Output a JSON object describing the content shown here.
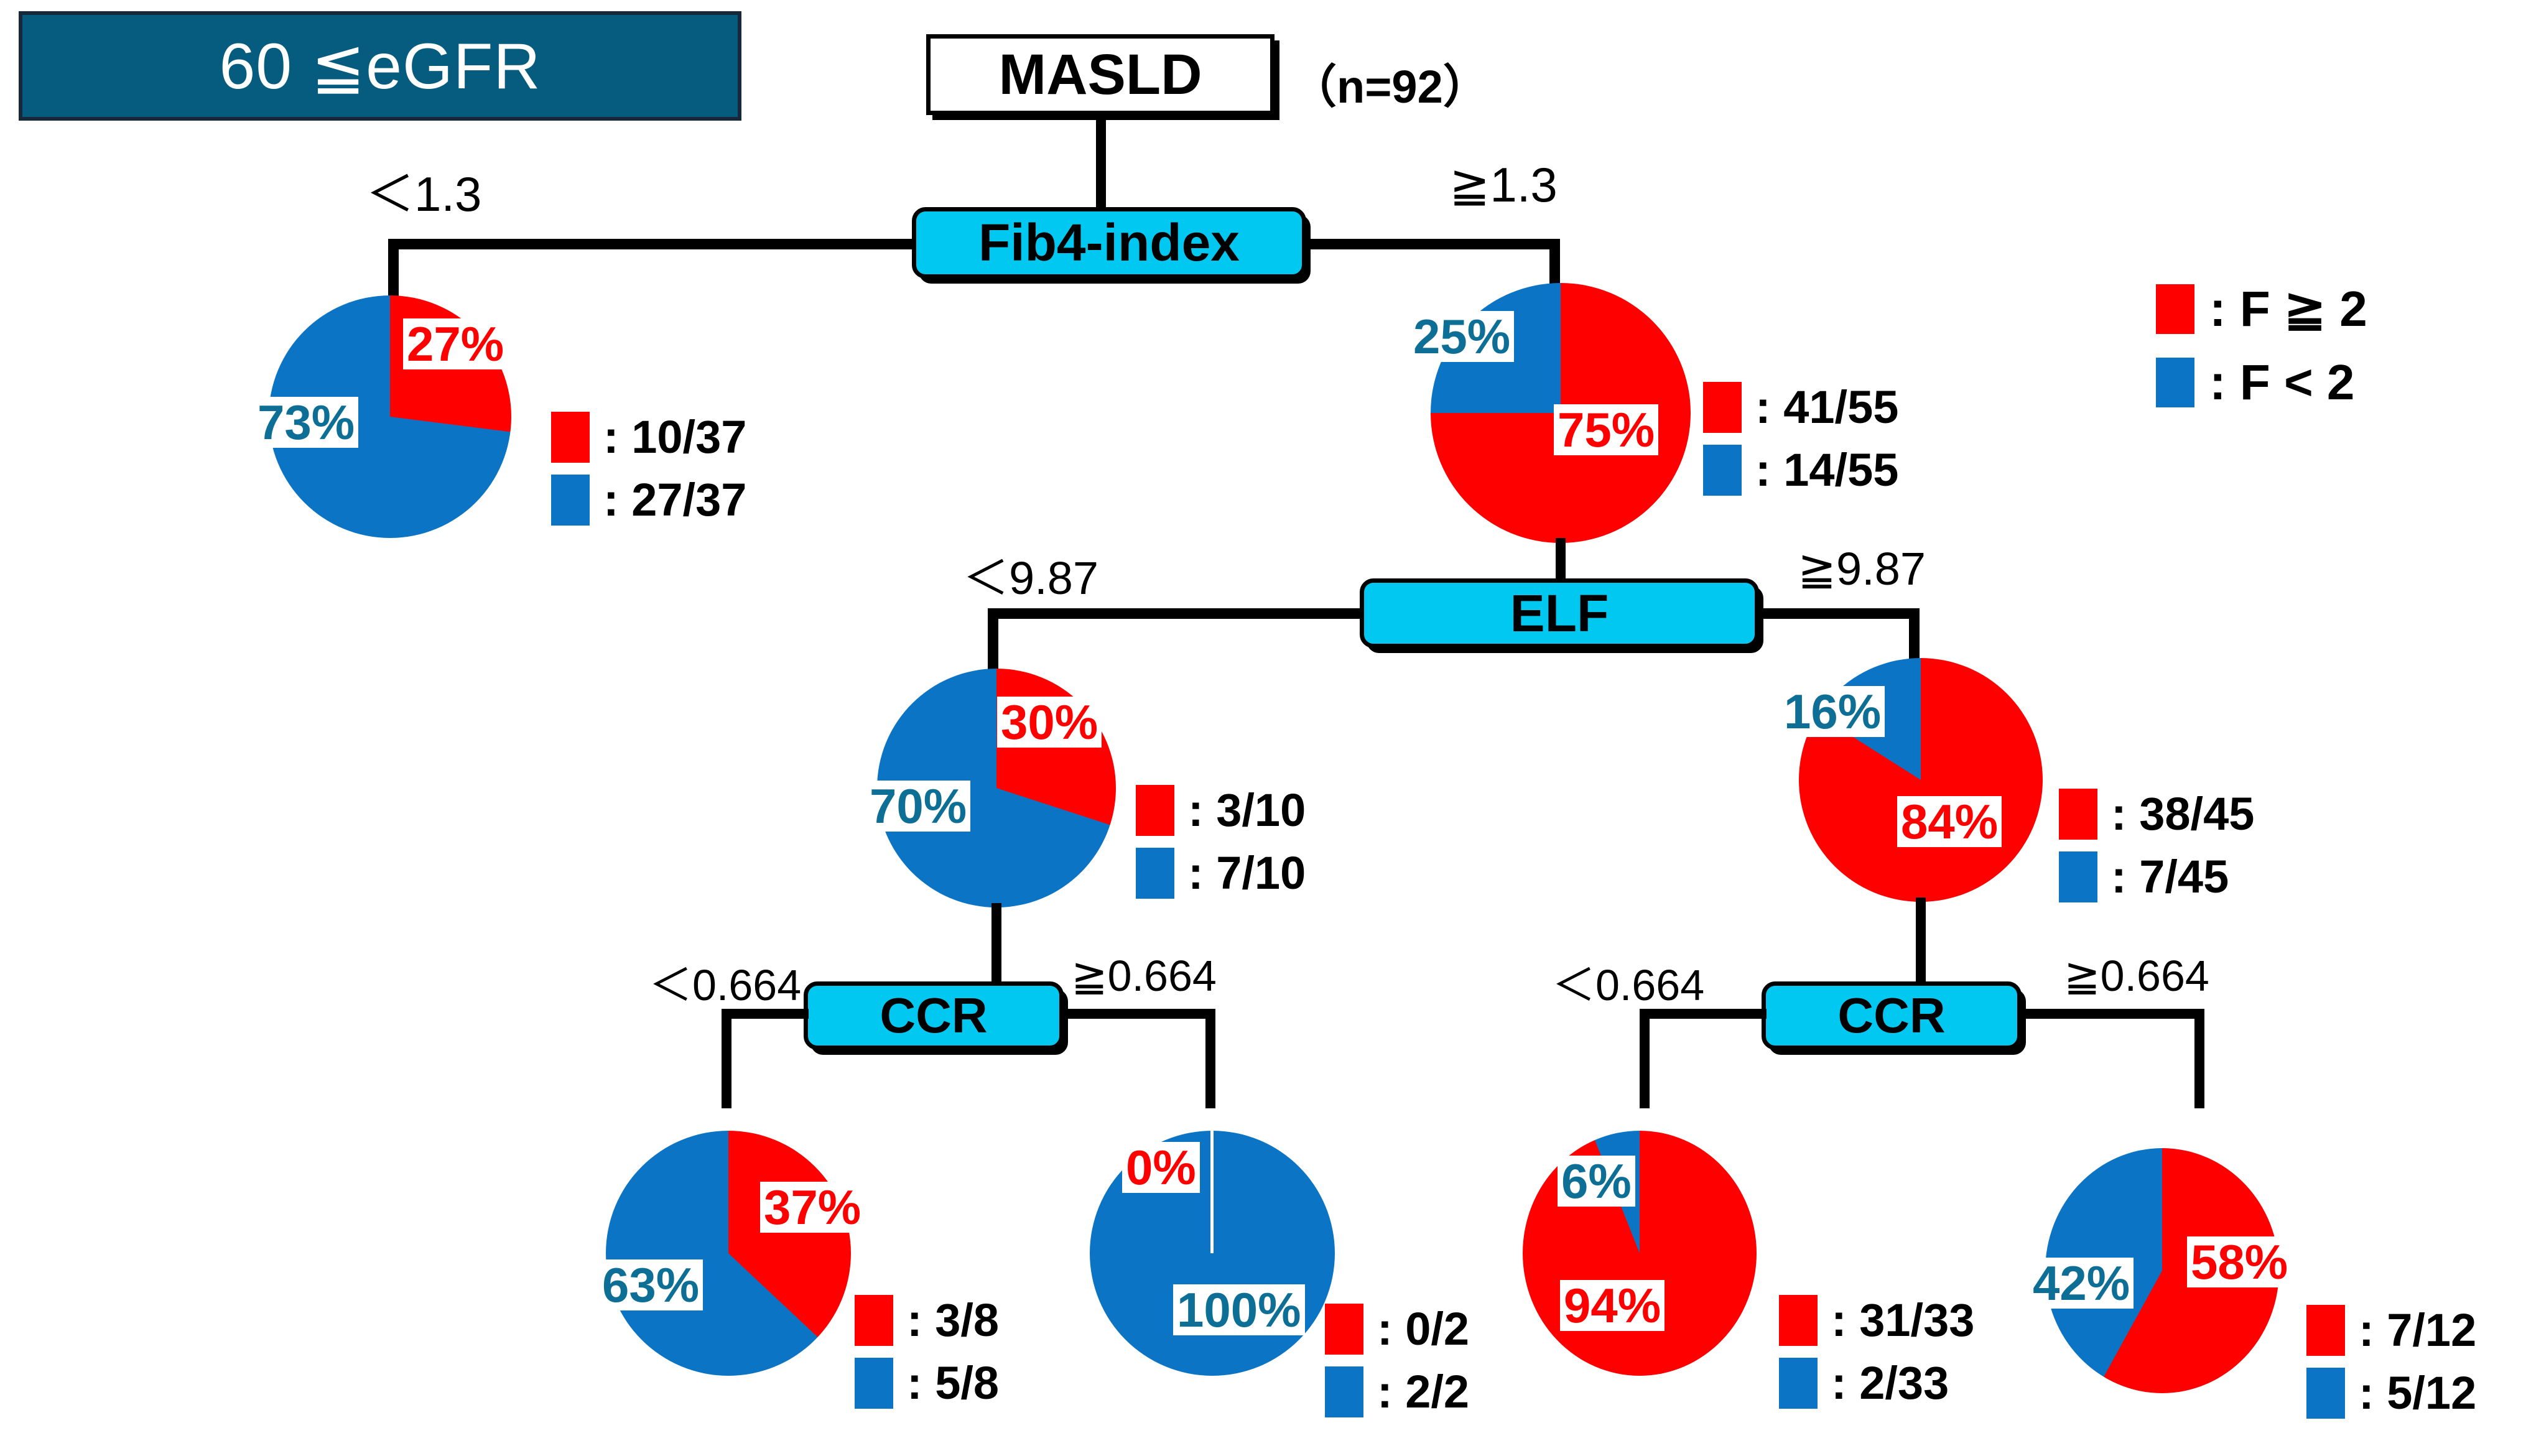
{
  "title": {
    "label": "60 ≦eGFR"
  },
  "root": {
    "label": "MASLD",
    "n_label": "（n=92）"
  },
  "legend": {
    "items": [
      {
        "color": "#FF0000",
        "label": ": F ≧ 2"
      },
      {
        "color": "#0B74C4",
        "label": ": F < 2"
      }
    ]
  },
  "nodes": {
    "fib4": {
      "label": "Fib4-index"
    },
    "elf": {
      "label": "ELF"
    },
    "ccr_left": {
      "label": "CCR"
    },
    "ccr_right": {
      "label": "CCR"
    }
  },
  "conditions": {
    "fib4_left": "＜1.3",
    "fib4_right": "≧1.3",
    "elf_left": "＜9.87",
    "elf_right": "≧9.87",
    "ccr_left_left": "＜0.664",
    "ccr_left_right": "≧0.664",
    "ccr_right_left": "＜0.664",
    "ccr_right_right": "≧0.664"
  },
  "chart_data": {
    "type": "pie",
    "title": "60 ≦eGFR — MASLD fibrosis decision tree (n=92)",
    "legend_position": "top-right",
    "categories": [
      "F ≧ 2",
      "F < 2"
    ],
    "colors": {
      "red": "#FF0000",
      "blue": "#0B74C4",
      "node": "#00C8F0",
      "title_box": "#065C7E"
    },
    "charts": [
      {
        "id": "pie_fib4_lt13",
        "parent": "Fib4-index",
        "branch": "＜1.3",
        "values": [
          27,
          73
        ],
        "pct_labels": [
          "27%",
          "73%"
        ],
        "counts": [
          "10/37",
          "27/37"
        ],
        "legend": [
          ": 10/37",
          ": 27/37"
        ],
        "n": 37
      },
      {
        "id": "pie_fib4_ge13",
        "parent": "Fib4-index",
        "branch": "≧1.3",
        "values": [
          75,
          25
        ],
        "pct_labels": [
          "75%",
          "25%"
        ],
        "counts": [
          "41/55",
          "14/55"
        ],
        "legend": [
          ": 41/55",
          ": 14/55"
        ],
        "n": 55
      },
      {
        "id": "pie_elf_lt987",
        "parent": "ELF",
        "branch": "＜9.87",
        "values": [
          30,
          70
        ],
        "pct_labels": [
          "30%",
          "70%"
        ],
        "counts": [
          "3/10",
          "7/10"
        ],
        "legend": [
          ": 3/10",
          ": 7/10"
        ],
        "n": 10
      },
      {
        "id": "pie_elf_ge987",
        "parent": "ELF",
        "branch": "≧9.87",
        "values": [
          84,
          16
        ],
        "pct_labels": [
          "84%",
          "16%"
        ],
        "counts": [
          "38/45",
          "7/45"
        ],
        "legend": [
          ": 38/45",
          ": 7/45"
        ],
        "n": 45
      },
      {
        "id": "pie_ccrL_lt0664",
        "parent": "CCR (left)",
        "branch": "＜0.664",
        "values": [
          37,
          63
        ],
        "pct_labels": [
          "37%",
          "63%"
        ],
        "counts": [
          "3/8",
          "5/8"
        ],
        "legend": [
          ": 3/8",
          ": 5/8"
        ],
        "n": 8
      },
      {
        "id": "pie_ccrL_ge0664",
        "parent": "CCR (left)",
        "branch": "≧0.664",
        "values": [
          0,
          100
        ],
        "pct_labels": [
          "0%",
          "100%"
        ],
        "counts": [
          "0/2",
          "2/2"
        ],
        "legend": [
          ": 0/2",
          ": 2/2"
        ],
        "n": 2
      },
      {
        "id": "pie_ccrR_lt0664",
        "parent": "CCR (right)",
        "branch": "＜0.664",
        "values": [
          94,
          6
        ],
        "pct_labels": [
          "94%",
          "6%"
        ],
        "counts": [
          "31/33",
          "2/33"
        ],
        "legend": [
          ": 31/33",
          ": 2/33"
        ],
        "n": 33
      },
      {
        "id": "pie_ccrR_ge0664",
        "parent": "CCR (right)",
        "branch": "≧0.664",
        "values": [
          58,
          42
        ],
        "pct_labels": [
          "58%",
          "42%"
        ],
        "counts": [
          "7/12",
          "5/12"
        ],
        "legend": [
          ": 7/12",
          ": 5/12"
        ],
        "n": 12
      }
    ]
  }
}
